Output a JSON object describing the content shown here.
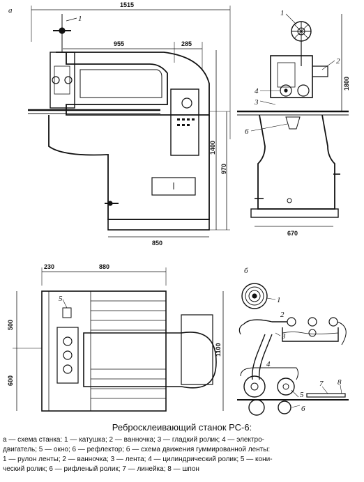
{
  "figure": {
    "caption": "Ребросклеивающий станок РС-6:",
    "legend_lines": [
      "а — схема станка: 1 — катушка; 2 — ванночка; 3 — гладкий ролик; 4 — электро-",
      "двигатель; 5 — окно; 6 — рефлектор; б — схема движения гуммированной ленты:",
      "1 — рулон ленты; 2 — ванночка; 3 — лента; 4 — цилиндрический ролик; 5 — кони-",
      "ческий ролик; 6 — рифленый ролик; 7 — линейка; 8 — шпон"
    ]
  },
  "panel_a": {
    "letter": "а",
    "dims": {
      "overall_width": "1515",
      "arm_reach": "955",
      "right_offset": "285",
      "base_width": "850",
      "height_main": "1400",
      "table_height": "970",
      "side_height": "1800",
      "side_base": "670",
      "plan_left": "230",
      "plan_main": "880",
      "plan_top": "500",
      "plan_bottom": "600",
      "plan_depth": "1100"
    },
    "labels": {
      "n1": "1",
      "n2": "2",
      "n3": "3",
      "n4": "4",
      "n5": "5",
      "n6": "6",
      "n1b": "1"
    }
  },
  "panel_b": {
    "letter": "б",
    "labels": {
      "n1": "1",
      "n2": "2",
      "n3": "3",
      "n4": "4",
      "n5": "5",
      "n6": "6",
      "n7": "7",
      "n8": "8"
    }
  }
}
